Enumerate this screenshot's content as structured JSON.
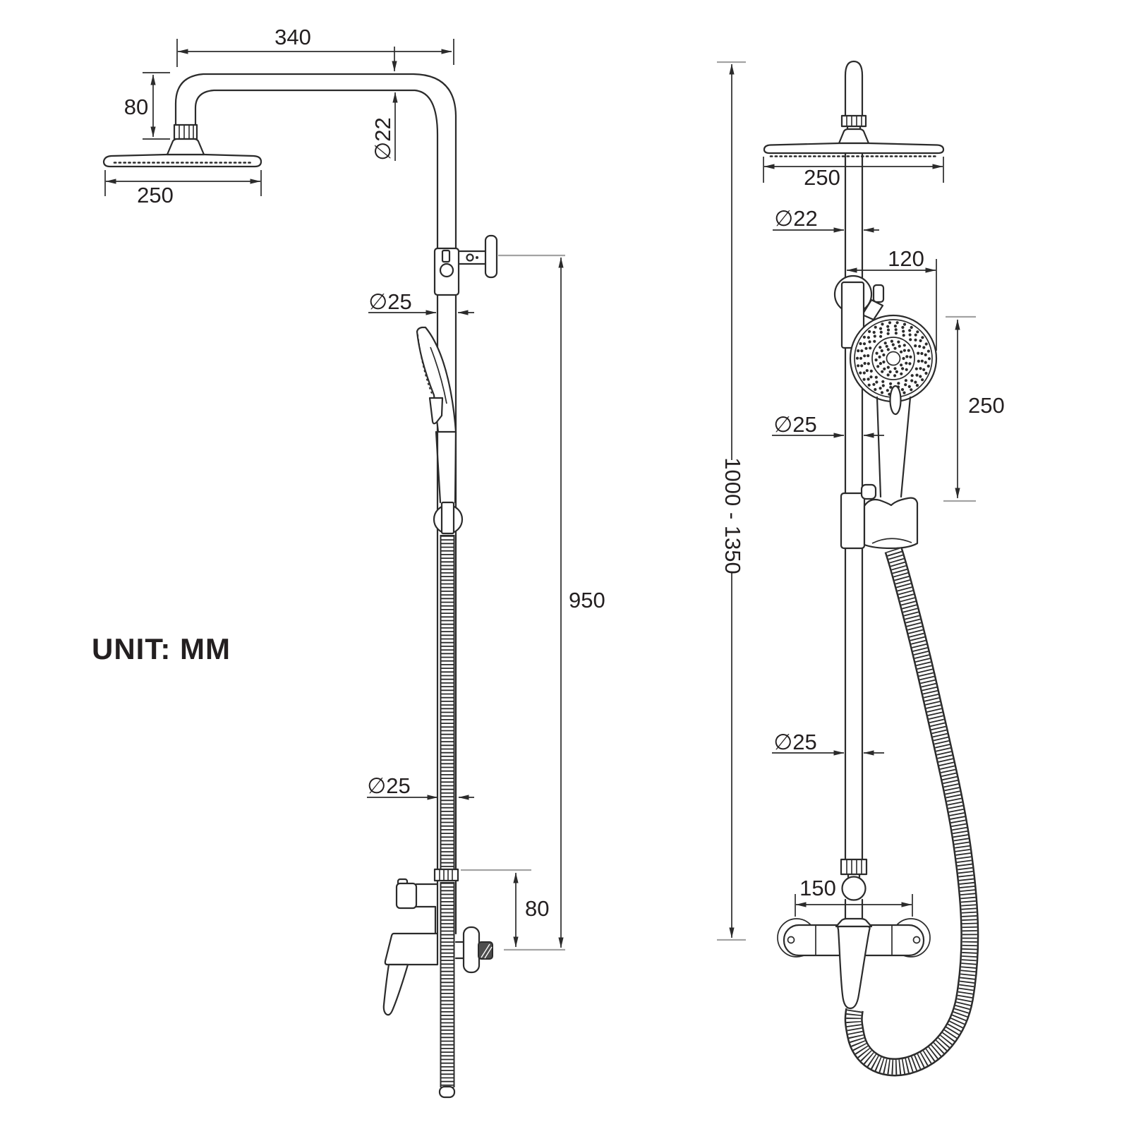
{
  "drawing": {
    "unit_note": "UNIT: MM",
    "side_view": {
      "arm_length": "340",
      "head_drop": "80",
      "head_width": "250",
      "arm_diameter": "∅22",
      "riser_diameter": "∅25",
      "hose_diameter": "∅25",
      "riser_height": "950",
      "outlet_height": "80"
    },
    "front_view": {
      "head_width": "250",
      "riser_diameter": "∅22",
      "bracket_offset": "120",
      "handshower_travel": "250",
      "rail_diameter_upper": "∅25",
      "rail_diameter_lower": "∅25",
      "overall_height": "1000 - 1350",
      "valve_centres": "150"
    },
    "colors": {
      "line": "#2b2b2b",
      "reference": "#a3a3a3",
      "background": "#ffffff"
    }
  }
}
